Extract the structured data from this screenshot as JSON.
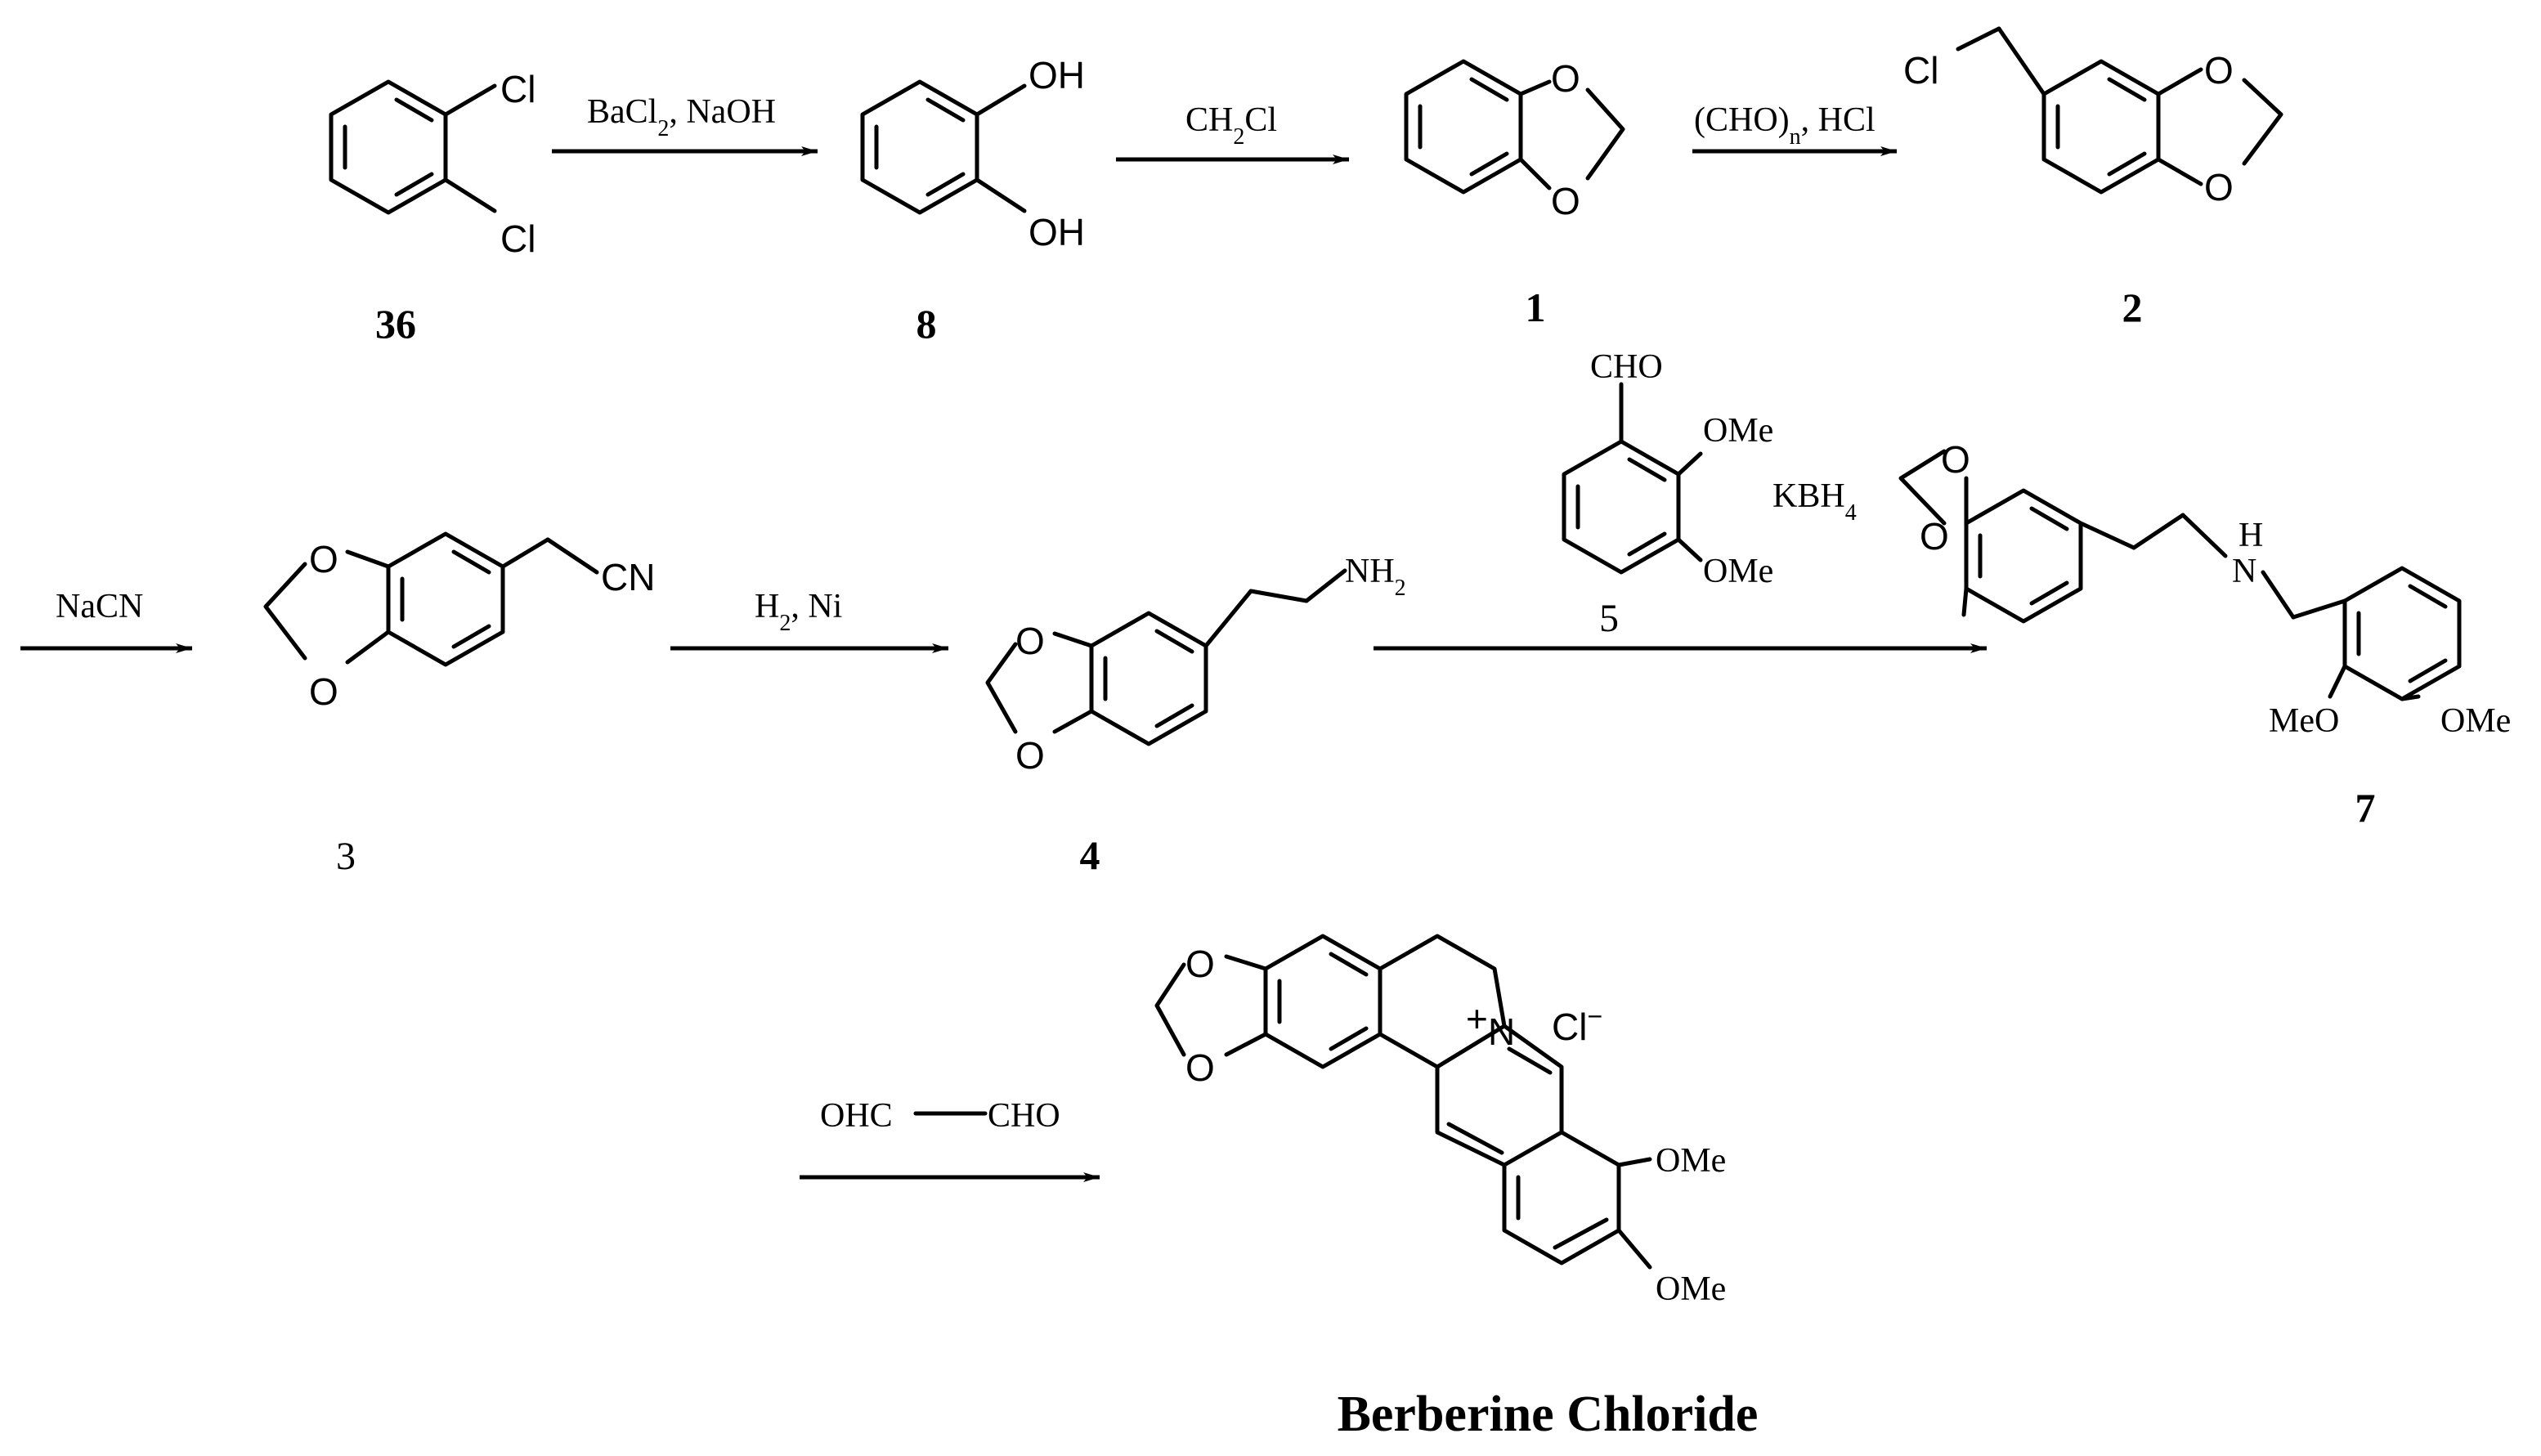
{
  "compounds": {
    "c36": {
      "label": "36",
      "atoms": {
        "cl1": "Cl",
        "cl2": "Cl"
      }
    },
    "c8": {
      "label": "8",
      "atoms": {
        "oh1": "OH",
        "oh2": "OH"
      }
    },
    "c1": {
      "label": "1",
      "atoms": {
        "o1": "O",
        "o2": "O"
      }
    },
    "c2": {
      "label": "2",
      "atoms": {
        "cl": "Cl",
        "o1": "O",
        "o2": "O"
      }
    },
    "c3": {
      "label": "3",
      "atoms": {
        "o1": "O",
        "o2": "O",
        "cn": "CN"
      }
    },
    "c4": {
      "label": "4",
      "atoms": {
        "o1": "O",
        "o2": "O",
        "nh2": "NH",
        "nh2_sub": "2"
      }
    },
    "c5": {
      "label": "5",
      "atoms": {
        "cho": "CHO",
        "ome1": "OMe",
        "ome2": "OMe"
      }
    },
    "c7": {
      "label": "7",
      "atoms": {
        "o1": "O",
        "o2": "O",
        "h": "H",
        "n": "N",
        "meo": "MeO",
        "ome": "OMe"
      }
    },
    "berberine": {
      "label": "Berberine Chloride",
      "atoms": {
        "o1": "O",
        "o2": "O",
        "nplus": "+",
        "n": "N",
        "cl": "Cl",
        "clminus": "−",
        "ome1": "OMe",
        "ome2": "OMe"
      }
    }
  },
  "reagents": {
    "r1": {
      "a": "BaCl",
      "a_sub": "2",
      "b": ", NaOH"
    },
    "r2": {
      "a": "CH",
      "a_sub": "2",
      "b": "Cl"
    },
    "r3": {
      "a": "(CHO)",
      "a_sub": "n",
      "b": ", HCl"
    },
    "r4": {
      "text": "NaCN"
    },
    "r5": {
      "a": "H",
      "a_sub": "2",
      "b": ", Ni"
    },
    "r6": {
      "a": "KBH",
      "a_sub": "4"
    },
    "r7": {
      "left": "OHC",
      "right": "CHO"
    }
  }
}
